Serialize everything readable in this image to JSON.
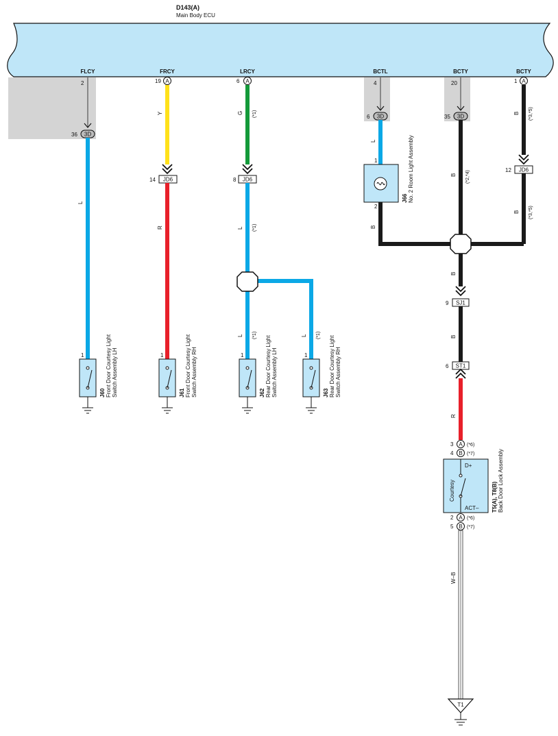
{
  "colors": {
    "L": "#0ba8e6",
    "Y": "#ffe11a",
    "R": "#e8202a",
    "G": "#149a3a",
    "B": "#1a1a1a",
    "WB": "#555555",
    "ecu_fill": "#bfe6f8",
    "shade": "#d4d4d4"
  },
  "ecu": {
    "id": "D143(A)",
    "name": "Main Body ECU"
  },
  "terminals": {
    "flcy": "FLCY",
    "frcy": "FRCY",
    "lrcy": "LRCY",
    "bctl": "BCTL",
    "bcty1": "BCTY",
    "bcty2": "BCTY"
  },
  "pins": {
    "flcy_top": "2",
    "flcy_bot": "36",
    "frcy_top": "19",
    "frcy_mid": "14",
    "frcy_sw": "1",
    "lrcy_top": "6",
    "lrcy_mid": "8",
    "j62_sw": "1",
    "j63_sw": "1",
    "bctl_top": "4",
    "bctl_bot": "6",
    "j66_top": "1",
    "j66_bot": "2",
    "bcty1_top": "20",
    "bcty1_bot": "35",
    "bcty2_top": "1",
    "bcty2_mid": "12",
    "sj1": "9",
    "st1": "6",
    "t5_a_top": "3",
    "t5_b_top": "4",
    "t5_a_bot": "2",
    "t5_b_bot": "5",
    "j60_sw": "1"
  },
  "connectors": {
    "c3d": "3D",
    "a": "A",
    "b": "B",
    "jd6": "JD6",
    "sj1": "SJ1",
    "st1": "ST1",
    "t1": "T1"
  },
  "wire_labels": {
    "L": "L",
    "Y": "Y",
    "R": "R",
    "G": "G",
    "B": "B",
    "WB": "W–B"
  },
  "notes": {
    "n1": "(*1)",
    "n24": "(*2,*4)",
    "n35": "(*3,*5)",
    "n6": "(*6)",
    "n7": "(*7)"
  },
  "components": {
    "j60": {
      "id": "J60",
      "name1": "Front Door Courtesy Light",
      "name2": "Switch Assembly LH"
    },
    "j61": {
      "id": "J61",
      "name1": "Front Door Courtesy Light",
      "name2": "Switch Assembly RH"
    },
    "j62": {
      "id": "J62",
      "name1": "Rear Door Courtesy Light",
      "name2": "Switch Assembly LH"
    },
    "j63": {
      "id": "J63",
      "name1": "Rear Door Courtesy Light",
      "name2": "Switch Assembly RH"
    },
    "j66": {
      "id": "J66",
      "name1": "No. 2 Room Light Assembly"
    },
    "t5": {
      "id": "T5(A), T8(B)",
      "name1": "Back Door Lock Assembly",
      "courtesy": "Courtesy",
      "dplus": "D+",
      "act": "ACT–"
    }
  }
}
